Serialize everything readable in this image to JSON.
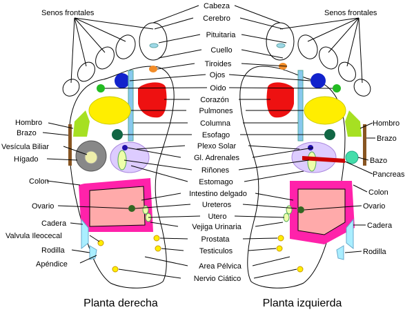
{
  "center_labels": [
    {
      "id": "cabeza",
      "text": "Cabeza"
    },
    {
      "id": "cerebro",
      "text": "Cerebro"
    },
    {
      "id": "pituitaria",
      "text": "Pituitaria"
    },
    {
      "id": "cuello",
      "text": "Cuello"
    },
    {
      "id": "tiroides",
      "text": "Tiroides"
    },
    {
      "id": "ojos",
      "text": "Ojos"
    },
    {
      "id": "oido",
      "text": "Oido"
    },
    {
      "id": "corazon",
      "text": "Corazón"
    },
    {
      "id": "pulmones",
      "text": "Pulmones"
    },
    {
      "id": "columna",
      "text": "Columna"
    },
    {
      "id": "esofago",
      "text": "Esofago"
    },
    {
      "id": "plexo_solar",
      "text": "Plexo Solar"
    },
    {
      "id": "gl_adrenales",
      "text": "Gl. Adrenales"
    },
    {
      "id": "rinones",
      "text": "Riñones"
    },
    {
      "id": "estomago",
      "text": "Estomago"
    },
    {
      "id": "intestino_delgado",
      "text": "Intestino delgado"
    },
    {
      "id": "ureteros",
      "text": "Ureteros"
    },
    {
      "id": "utero",
      "text": "Utero"
    },
    {
      "id": "vejiga",
      "text": "Vejiga Urinaria"
    },
    {
      "id": "prostata",
      "text": "Prostata"
    },
    {
      "id": "testiculos",
      "text": "Testiculos"
    },
    {
      "id": "area_pelvica",
      "text": "Area Pélvica"
    },
    {
      "id": "nervio_ciatico",
      "text": "Nervio Ciático"
    }
  ],
  "left_labels": [
    {
      "id": "senos_frontales_left",
      "text": "Senos frontales"
    },
    {
      "id": "hombro_left",
      "text": "Hombro"
    },
    {
      "id": "brazo_left",
      "text": "Brazo"
    },
    {
      "id": "vesicula_biliar",
      "text": "Vesícula Biliar"
    },
    {
      "id": "higado",
      "text": "Hígado"
    },
    {
      "id": "colon_left",
      "text": "Colon"
    },
    {
      "id": "ovario_left",
      "text": "Ovario"
    },
    {
      "id": "cadera_left",
      "text": "Cadera"
    },
    {
      "id": "valvula_ileocecal",
      "text": "Valvula Ileocecal"
    },
    {
      "id": "rodilla_left",
      "text": "Rodilla"
    },
    {
      "id": "apendice",
      "text": "Apéndice"
    }
  ],
  "right_labels": [
    {
      "id": "senos_frontales_right",
      "text": "Senos frontales"
    },
    {
      "id": "hombro_right",
      "text": "Hombro"
    },
    {
      "id": "brazo_right",
      "text": "Brazo"
    },
    {
      "id": "bazo",
      "text": "Bazo"
    },
    {
      "id": "pancreas",
      "text": "Pancreas"
    },
    {
      "id": "colon_right",
      "text": "Colon"
    },
    {
      "id": "ovario_right",
      "text": "Ovario"
    },
    {
      "id": "cadera_right",
      "text": "Cadera"
    },
    {
      "id": "rodilla_right",
      "text": "Rodilla"
    }
  ],
  "captions": {
    "right_foot": "Planta derecha",
    "left_foot": "Planta izquierda"
  }
}
